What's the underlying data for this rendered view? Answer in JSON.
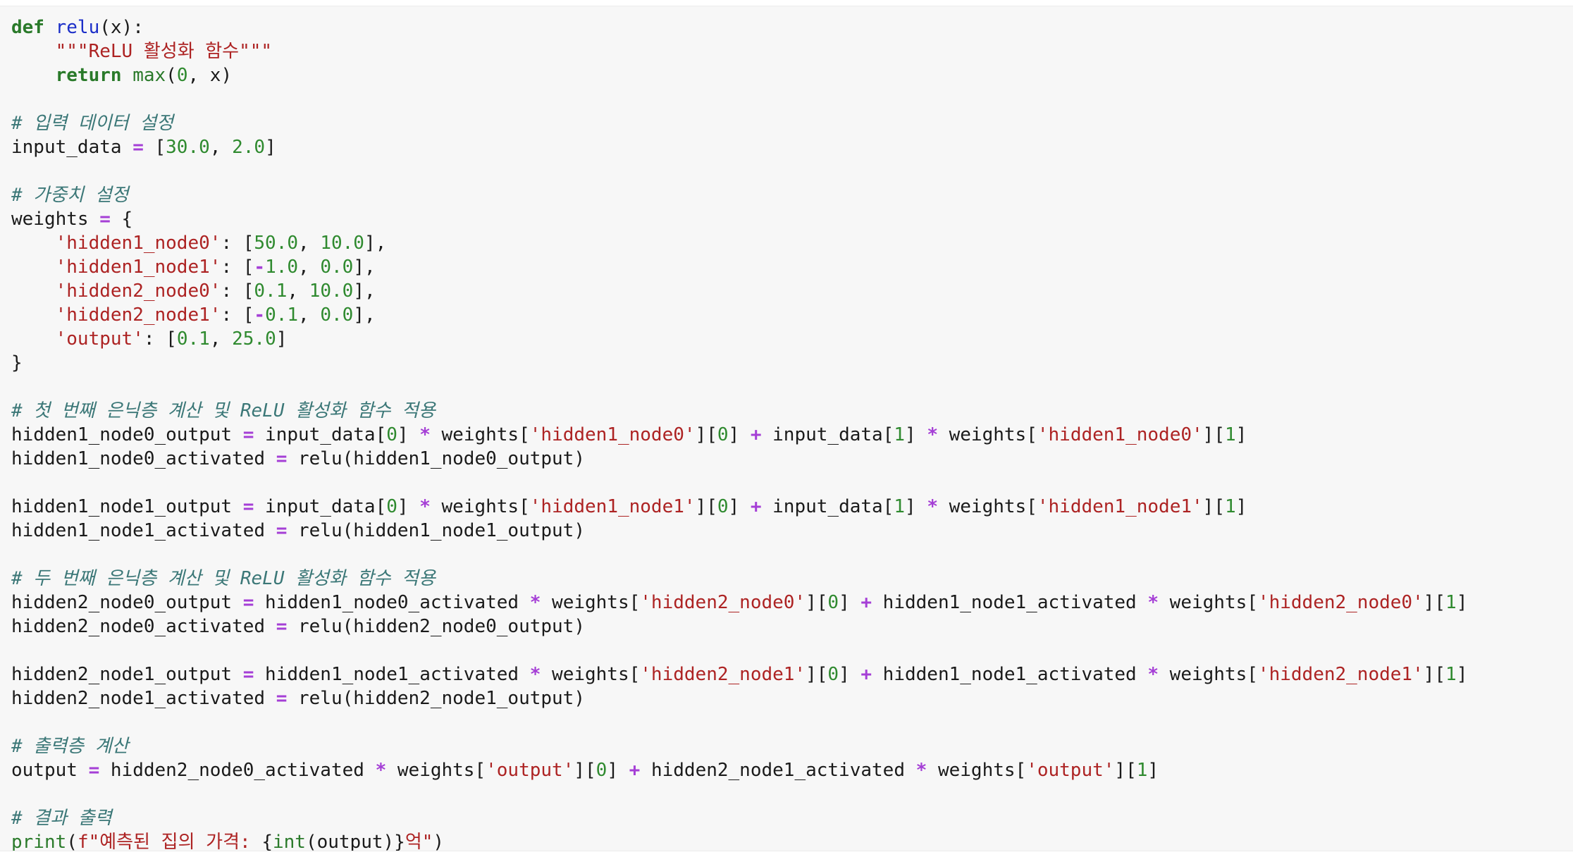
{
  "editor": {
    "language": "python",
    "colors": {
      "background": "#f7f7f7",
      "keyword": "#2a7a2a",
      "function_name": "#1b2ec8",
      "builtin": "#2a7a2a",
      "string": "#ad2323",
      "number": "#2f8a2f",
      "operator": "#a53fd6",
      "comment": "#3b7777",
      "text": "#1a1a1a"
    },
    "lines": [
      [
        [
          "kw",
          "def"
        ],
        [
          "txt",
          " "
        ],
        [
          "fn",
          "relu"
        ],
        [
          "txt",
          "(x):"
        ]
      ],
      [
        [
          "txt",
          "    "
        ],
        [
          "str",
          "\"\"\"ReLU 활성화 함수\"\"\""
        ]
      ],
      [
        [
          "txt",
          "    "
        ],
        [
          "kw",
          "return"
        ],
        [
          "txt",
          " "
        ],
        [
          "bi",
          "max"
        ],
        [
          "txt",
          "("
        ],
        [
          "num",
          "0"
        ],
        [
          "txt",
          ", x)"
        ]
      ],
      [],
      [
        [
          "com",
          "# 입력 데이터 설정"
        ]
      ],
      [
        [
          "txt",
          "input_data "
        ],
        [
          "op",
          "="
        ],
        [
          "txt",
          " ["
        ],
        [
          "num",
          "30.0"
        ],
        [
          "txt",
          ", "
        ],
        [
          "num",
          "2.0"
        ],
        [
          "txt",
          "]"
        ]
      ],
      [],
      [
        [
          "com",
          "# 가중치 설정"
        ]
      ],
      [
        [
          "txt",
          "weights "
        ],
        [
          "op",
          "="
        ],
        [
          "txt",
          " {"
        ]
      ],
      [
        [
          "txt",
          "    "
        ],
        [
          "str",
          "'hidden1_node0'"
        ],
        [
          "txt",
          ": ["
        ],
        [
          "num",
          "50.0"
        ],
        [
          "txt",
          ", "
        ],
        [
          "num",
          "10.0"
        ],
        [
          "txt",
          "],"
        ]
      ],
      [
        [
          "txt",
          "    "
        ],
        [
          "str",
          "'hidden1_node1'"
        ],
        [
          "txt",
          ": ["
        ],
        [
          "op",
          "-"
        ],
        [
          "num",
          "1.0"
        ],
        [
          "txt",
          ", "
        ],
        [
          "num",
          "0.0"
        ],
        [
          "txt",
          "],"
        ]
      ],
      [
        [
          "txt",
          "    "
        ],
        [
          "str",
          "'hidden2_node0'"
        ],
        [
          "txt",
          ": ["
        ],
        [
          "num",
          "0.1"
        ],
        [
          "txt",
          ", "
        ],
        [
          "num",
          "10.0"
        ],
        [
          "txt",
          "],"
        ]
      ],
      [
        [
          "txt",
          "    "
        ],
        [
          "str",
          "'hidden2_node1'"
        ],
        [
          "txt",
          ": ["
        ],
        [
          "op",
          "-"
        ],
        [
          "num",
          "0.1"
        ],
        [
          "txt",
          ", "
        ],
        [
          "num",
          "0.0"
        ],
        [
          "txt",
          "],"
        ]
      ],
      [
        [
          "txt",
          "    "
        ],
        [
          "str",
          "'output'"
        ],
        [
          "txt",
          ": ["
        ],
        [
          "num",
          "0.1"
        ],
        [
          "txt",
          ", "
        ],
        [
          "num",
          "25.0"
        ],
        [
          "txt",
          "]"
        ]
      ],
      [
        [
          "txt",
          "}"
        ]
      ],
      [],
      [
        [
          "com",
          "# 첫 번째 은닉층 계산 및 ReLU 활성화 함수 적용"
        ]
      ],
      [
        [
          "txt",
          "hidden1_node0_output "
        ],
        [
          "op",
          "="
        ],
        [
          "txt",
          " input_data["
        ],
        [
          "num",
          "0"
        ],
        [
          "txt",
          "] "
        ],
        [
          "op",
          "*"
        ],
        [
          "txt",
          " weights["
        ],
        [
          "str",
          "'hidden1_node0'"
        ],
        [
          "txt",
          "]["
        ],
        [
          "num",
          "0"
        ],
        [
          "txt",
          "] "
        ],
        [
          "op",
          "+"
        ],
        [
          "txt",
          " input_data["
        ],
        [
          "num",
          "1"
        ],
        [
          "txt",
          "] "
        ],
        [
          "op",
          "*"
        ],
        [
          "txt",
          " weights["
        ],
        [
          "str",
          "'hidden1_node0'"
        ],
        [
          "txt",
          "]["
        ],
        [
          "num",
          "1"
        ],
        [
          "txt",
          "]"
        ]
      ],
      [
        [
          "txt",
          "hidden1_node0_activated "
        ],
        [
          "op",
          "="
        ],
        [
          "txt",
          " relu(hidden1_node0_output)"
        ]
      ],
      [],
      [
        [
          "txt",
          "hidden1_node1_output "
        ],
        [
          "op",
          "="
        ],
        [
          "txt",
          " input_data["
        ],
        [
          "num",
          "0"
        ],
        [
          "txt",
          "] "
        ],
        [
          "op",
          "*"
        ],
        [
          "txt",
          " weights["
        ],
        [
          "str",
          "'hidden1_node1'"
        ],
        [
          "txt",
          "]["
        ],
        [
          "num",
          "0"
        ],
        [
          "txt",
          "] "
        ],
        [
          "op",
          "+"
        ],
        [
          "txt",
          " input_data["
        ],
        [
          "num",
          "1"
        ],
        [
          "txt",
          "] "
        ],
        [
          "op",
          "*"
        ],
        [
          "txt",
          " weights["
        ],
        [
          "str",
          "'hidden1_node1'"
        ],
        [
          "txt",
          "]["
        ],
        [
          "num",
          "1"
        ],
        [
          "txt",
          "]"
        ]
      ],
      [
        [
          "txt",
          "hidden1_node1_activated "
        ],
        [
          "op",
          "="
        ],
        [
          "txt",
          " relu(hidden1_node1_output)"
        ]
      ],
      [],
      [
        [
          "com",
          "# 두 번째 은닉층 계산 및 ReLU 활성화 함수 적용"
        ]
      ],
      [
        [
          "txt",
          "hidden2_node0_output "
        ],
        [
          "op",
          "="
        ],
        [
          "txt",
          " hidden1_node0_activated "
        ],
        [
          "op",
          "*"
        ],
        [
          "txt",
          " weights["
        ],
        [
          "str",
          "'hidden2_node0'"
        ],
        [
          "txt",
          "]["
        ],
        [
          "num",
          "0"
        ],
        [
          "txt",
          "] "
        ],
        [
          "op",
          "+"
        ],
        [
          "txt",
          " hidden1_node1_activated "
        ],
        [
          "op",
          "*"
        ],
        [
          "txt",
          " weights["
        ],
        [
          "str",
          "'hidden2_node0'"
        ],
        [
          "txt",
          "]["
        ],
        [
          "num",
          "1"
        ],
        [
          "txt",
          "]"
        ]
      ],
      [
        [
          "txt",
          "hidden2_node0_activated "
        ],
        [
          "op",
          "="
        ],
        [
          "txt",
          " relu(hidden2_node0_output)"
        ]
      ],
      [],
      [
        [
          "txt",
          "hidden2_node1_output "
        ],
        [
          "op",
          "="
        ],
        [
          "txt",
          " hidden1_node1_activated "
        ],
        [
          "op",
          "*"
        ],
        [
          "txt",
          " weights["
        ],
        [
          "str",
          "'hidden2_node1'"
        ],
        [
          "txt",
          "]["
        ],
        [
          "num",
          "0"
        ],
        [
          "txt",
          "] "
        ],
        [
          "op",
          "+"
        ],
        [
          "txt",
          " hidden1_node1_activated "
        ],
        [
          "op",
          "*"
        ],
        [
          "txt",
          " weights["
        ],
        [
          "str",
          "'hidden2_node1'"
        ],
        [
          "txt",
          "]["
        ],
        [
          "num",
          "1"
        ],
        [
          "txt",
          "]"
        ]
      ],
      [
        [
          "txt",
          "hidden2_node1_activated "
        ],
        [
          "op",
          "="
        ],
        [
          "txt",
          " relu(hidden2_node1_output)"
        ]
      ],
      [],
      [
        [
          "com",
          "# 출력층 계산"
        ]
      ],
      [
        [
          "txt",
          "output "
        ],
        [
          "op",
          "="
        ],
        [
          "txt",
          " hidden2_node0_activated "
        ],
        [
          "op",
          "*"
        ],
        [
          "txt",
          " weights["
        ],
        [
          "str",
          "'output'"
        ],
        [
          "txt",
          "]["
        ],
        [
          "num",
          "0"
        ],
        [
          "txt",
          "] "
        ],
        [
          "op",
          "+"
        ],
        [
          "txt",
          " hidden2_node1_activated "
        ],
        [
          "op",
          "*"
        ],
        [
          "txt",
          " weights["
        ],
        [
          "str",
          "'output'"
        ],
        [
          "txt",
          "]["
        ],
        [
          "num",
          "1"
        ],
        [
          "txt",
          "]"
        ]
      ],
      [],
      [
        [
          "com",
          "# 결과 출력"
        ]
      ],
      [
        [
          "bi",
          "print"
        ],
        [
          "txt",
          "("
        ],
        [
          "str",
          "f\"예측된 집의 가격: "
        ],
        [
          "txt",
          "{"
        ],
        [
          "bi",
          "int"
        ],
        [
          "txt",
          "(output)}"
        ],
        [
          "str",
          "억\""
        ],
        [
          "txt",
          ")"
        ]
      ]
    ]
  }
}
